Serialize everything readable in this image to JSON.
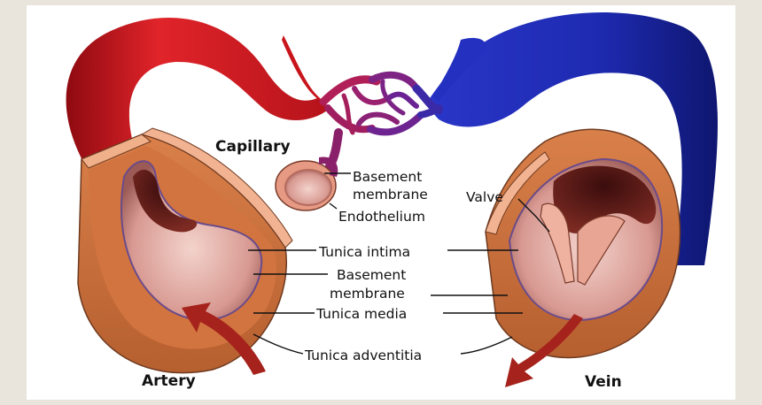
{
  "labels": {
    "capillary": "Capillary",
    "artery": "Artery",
    "vein": "Vein",
    "basement_membrane_cap_1": "Basement",
    "basement_membrane_cap_2": "membrane",
    "endothelium": "Endothelium",
    "valve": "Valve",
    "tunica_intima": "Tunica intima",
    "basement_membrane_1": "Basement",
    "basement_membrane_2": "membrane",
    "tunica_media": "Tunica media",
    "tunica_adventitia": "Tunica adventitia"
  },
  "colors": {
    "artery_red": "#c8141b",
    "vein_blue": "#1f2bb0",
    "capillary_purple": "#7a1c86",
    "wall_orange": "#c9703a",
    "wall_light": "#f0b08a",
    "lumen_pink": "#d79e96",
    "arrow_red": "#a5231c"
  }
}
